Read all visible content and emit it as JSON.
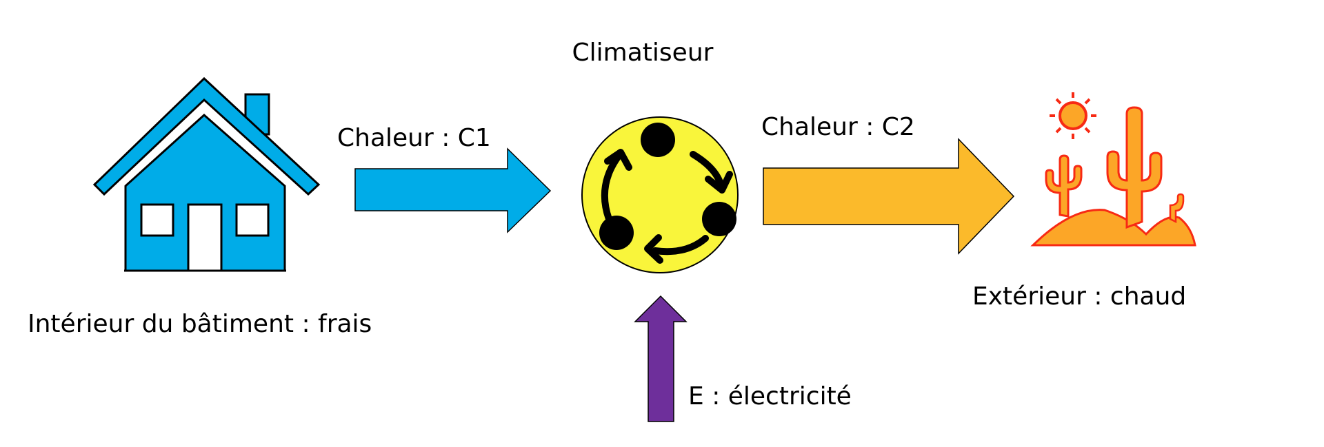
{
  "diagram": {
    "title": "Climatiseur",
    "interior_label": "Intérieur du bâtiment : frais",
    "exterior_label": "Extérieur : chaud",
    "heat_in_label": "Chaleur : C1",
    "heat_out_label": "Chaleur : C2",
    "energy_label": "E : électricité"
  },
  "icons": {
    "house": "house-icon",
    "cycle": "refrigeration-cycle-icon",
    "desert": "desert-cactus-icon",
    "sun": "sun-icon"
  },
  "colors": {
    "house_blue": "#00ACE8",
    "heat_in_arrow": "#00ACE8",
    "heat_out_arrow": "#FBBA2B",
    "energy_arrow": "#6E2F9B",
    "cycle_fill": "#F9F53B",
    "desert_orange": "#FCA627",
    "desert_outline": "#F72A14",
    "sun_stroke": "#F72A14"
  }
}
